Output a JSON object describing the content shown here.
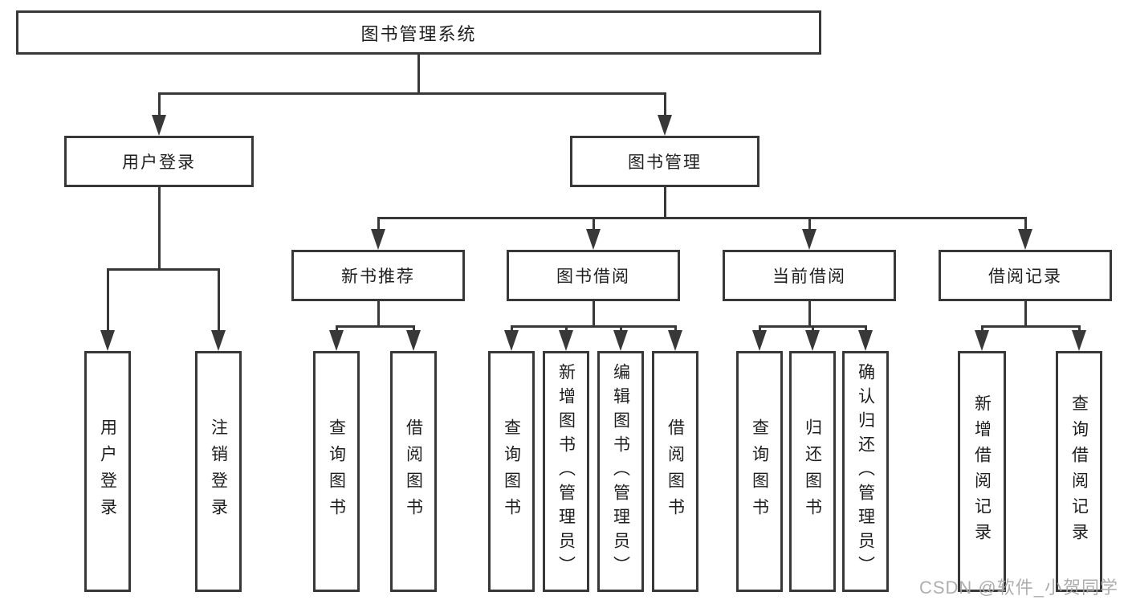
{
  "tree": {
    "root": {
      "label": "图书管理系统"
    },
    "branches": [
      {
        "label": "用户登录",
        "children": [
          {
            "label": "用户登录"
          },
          {
            "label": "注销登录"
          }
        ]
      },
      {
        "label": "图书管理",
        "children": [
          {
            "label": "新书推荐",
            "children": [
              {
                "label": "查询图书"
              },
              {
                "label": "借阅图书"
              }
            ]
          },
          {
            "label": "图书借阅",
            "children": [
              {
                "label": "查询图书"
              },
              {
                "label": "新增图书（管理员）"
              },
              {
                "label": "编辑图书（管理员）"
              },
              {
                "label": "借阅图书"
              }
            ]
          },
          {
            "label": "当前借阅",
            "children": [
              {
                "label": "查询图书"
              },
              {
                "label": "归还图书"
              },
              {
                "label": "确认归还（管理员）"
              }
            ]
          },
          {
            "label": "借阅记录",
            "children": [
              {
                "label": "新增借阅记录"
              },
              {
                "label": "查询借阅记录"
              }
            ]
          }
        ]
      }
    ]
  },
  "watermark": {
    "text": "CSDN @软件_小贺同学"
  },
  "colors": {
    "line": "#383838",
    "text": "#1e1e1e",
    "watermark": "#a8a8a8",
    "background": "#ffffff"
  }
}
